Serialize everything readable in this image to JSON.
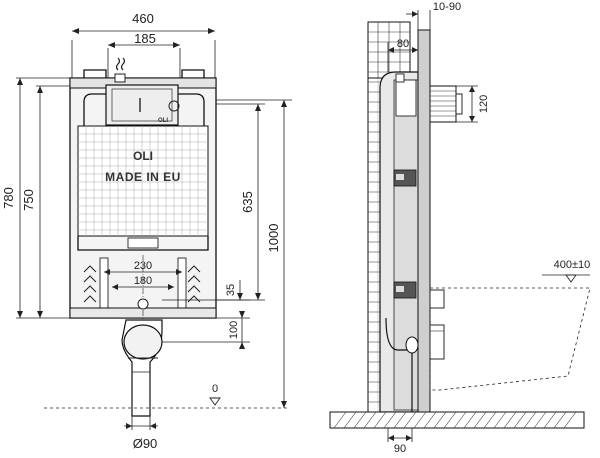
{
  "front_view": {
    "dims": {
      "width_total": "460",
      "width_top": "185",
      "height_780": "780",
      "height_750": "750",
      "height_635": "635",
      "height_1000": "1000",
      "w_230": "230",
      "w_180": "180",
      "h_35": "35",
      "h_100": "100",
      "level_0": "0",
      "pipe_dia": "Ø90"
    },
    "logo_text": "OLI",
    "made_in_text": "MADE IN EU",
    "small_logo": "OLI"
  },
  "side_view": {
    "dims": {
      "wall_gap": "10-90",
      "depth_80": "80",
      "h_120": "120",
      "bowl_400": "400±10",
      "offset_90": "90"
    }
  },
  "colors": {
    "line": "#222222",
    "grid": "#aaaaaa",
    "frame_gray": "#d8d8d8",
    "dark_panel": "#555555"
  }
}
